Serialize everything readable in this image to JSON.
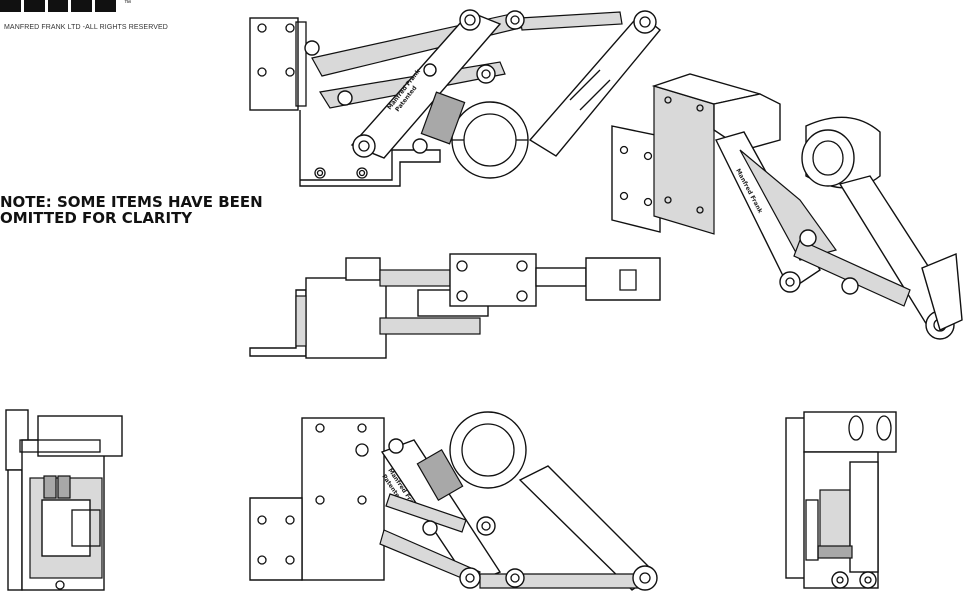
{
  "header": {
    "logo_mark": "",
    "copyright": "MANFRED FRANK LTD -ALL RIGHTS RESERVED",
    "trademark": "™"
  },
  "note": {
    "line1": "NOTE: SOME ITEMS HAVE BEEN",
    "line2": "OMITTED FOR CLARITY"
  },
  "part_etching": {
    "line1": "Manfred Frank",
    "line2": "Patented"
  },
  "colors": {
    "line": "#111111",
    "shade": "#d9d9d9",
    "dark_shade": "#a8a8a8",
    "background": "#ffffff"
  }
}
